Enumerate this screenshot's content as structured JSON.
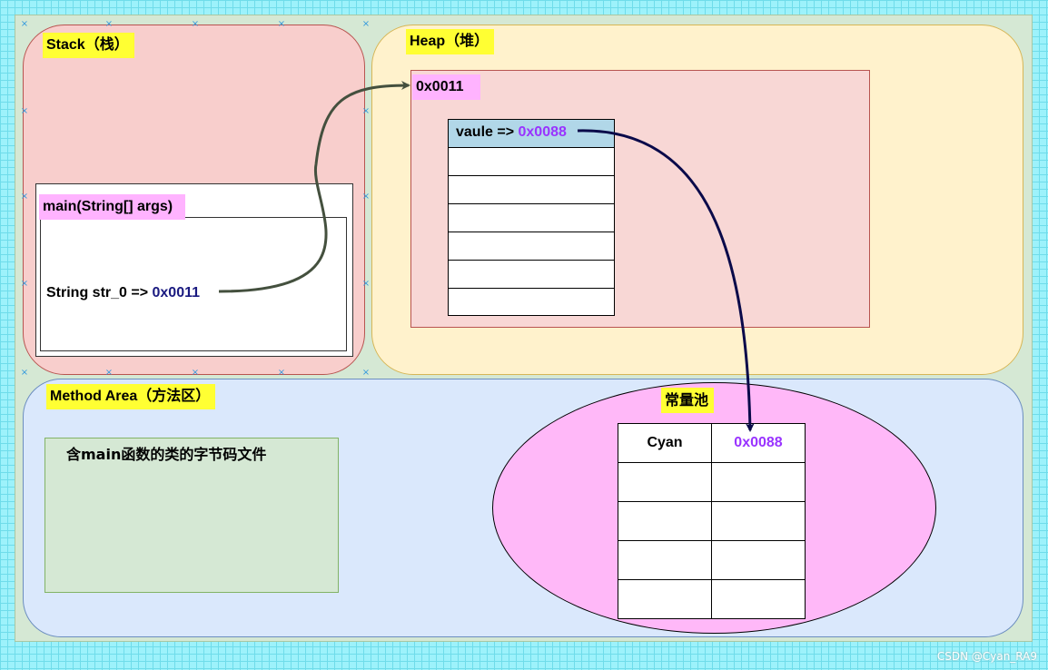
{
  "stack": {
    "title": "Stack（栈）",
    "frame_title": "main(String[] args)",
    "variable": "String str_0 => ",
    "variable_address": "0x0011"
  },
  "heap": {
    "title": "Heap（堆）",
    "object_address": "0x0011",
    "array_header": "vaule => ",
    "array_header_address": "0x0088",
    "empty_rows": 6
  },
  "method_area": {
    "title": "Method Area（方法区）",
    "bytecode": "含main函数的类的字节码文件"
  },
  "constant_pool": {
    "title": "常量池",
    "rows": [
      [
        "Cyan",
        "0x0088"
      ],
      [
        "",
        ""
      ],
      [
        "",
        ""
      ],
      [
        "",
        ""
      ],
      [
        "",
        ""
      ]
    ]
  },
  "watermark": "CSDN @Cyan_RA9",
  "colors": {
    "stack": "#f8cecc",
    "heap": "#fff2cc",
    "method_area": "#dae8fc",
    "constant_pool": "#ffb8f8",
    "label_highlight": "#ffff33",
    "address_purple": "#9933ff",
    "address_navy": "#1a1a80",
    "arrow_green": "#44503e",
    "arrow_navy": "#0a0a4a"
  }
}
